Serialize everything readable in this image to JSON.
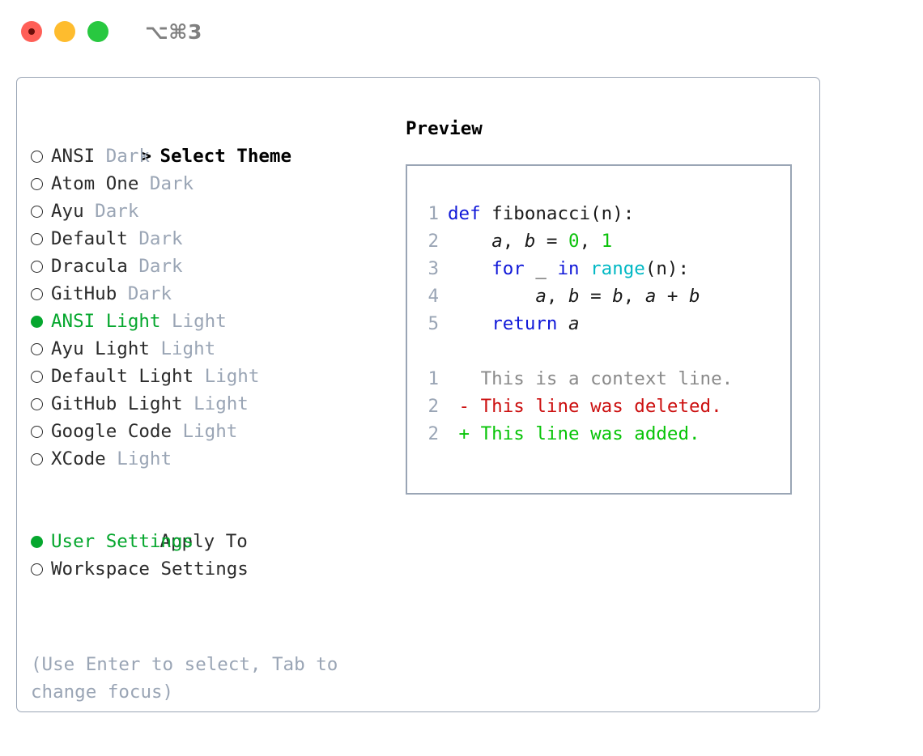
{
  "titlebar": {
    "shortcut": "⌥⌘3",
    "buttons": [
      {
        "name": "close",
        "color": "#ff5f57"
      },
      {
        "name": "minimize",
        "color": "#febc2e"
      },
      {
        "name": "maximize",
        "color": "#28c840"
      }
    ]
  },
  "theme_section": {
    "prefix": ">",
    "title": "Select Theme",
    "focused": true,
    "items": [
      {
        "marker": "○",
        "selected": false,
        "name": "ANSI",
        "kind": "Dark"
      },
      {
        "marker": "○",
        "selected": false,
        "name": "Atom One",
        "kind": "Dark"
      },
      {
        "marker": "○",
        "selected": false,
        "name": "Ayu",
        "kind": "Dark"
      },
      {
        "marker": "○",
        "selected": false,
        "name": "Default",
        "kind": "Dark"
      },
      {
        "marker": "○",
        "selected": false,
        "name": "Dracula",
        "kind": "Dark"
      },
      {
        "marker": "○",
        "selected": false,
        "name": "GitHub",
        "kind": "Dark"
      },
      {
        "marker": "●",
        "selected": true,
        "name": "ANSI Light",
        "kind": "Light"
      },
      {
        "marker": "○",
        "selected": false,
        "name": "Ayu Light",
        "kind": "Light"
      },
      {
        "marker": "○",
        "selected": false,
        "name": "Default Light",
        "kind": "Light"
      },
      {
        "marker": "○",
        "selected": false,
        "name": "GitHub Light",
        "kind": "Light"
      },
      {
        "marker": "○",
        "selected": false,
        "name": "Google Code",
        "kind": "Light"
      },
      {
        "marker": "○",
        "selected": false,
        "name": "XCode",
        "kind": "Light"
      }
    ]
  },
  "apply_section": {
    "title": "Apply To",
    "focused": false,
    "items": [
      {
        "marker": "●",
        "selected": true,
        "label": "User Settings"
      },
      {
        "marker": "○",
        "selected": false,
        "label": "Workspace Settings"
      }
    ]
  },
  "hint": "(Use Enter to select, Tab to change focus)",
  "preview": {
    "title": "Preview",
    "code_lines": [
      {
        "num": "1",
        "tokens": [
          {
            "t": "def",
            "c": "kw"
          },
          {
            "t": " fibonacci(n):",
            "c": "plain"
          }
        ]
      },
      {
        "num": "2",
        "tokens": [
          {
            "t": "    ",
            "c": "plain"
          },
          {
            "t": "a",
            "c": "var"
          },
          {
            "t": ", ",
            "c": "plain"
          },
          {
            "t": "b",
            "c": "var"
          },
          {
            "t": " = ",
            "c": "plain"
          },
          {
            "t": "0",
            "c": "num"
          },
          {
            "t": ", ",
            "c": "plain"
          },
          {
            "t": "1",
            "c": "num"
          }
        ]
      },
      {
        "num": "3",
        "tokens": [
          {
            "t": "    ",
            "c": "plain"
          },
          {
            "t": "for",
            "c": "kw"
          },
          {
            "t": " _ ",
            "c": "plain"
          },
          {
            "t": "in",
            "c": "kw"
          },
          {
            "t": " ",
            "c": "plain"
          },
          {
            "t": "range",
            "c": "fn"
          },
          {
            "t": "(n):",
            "c": "plain"
          }
        ]
      },
      {
        "num": "4",
        "tokens": [
          {
            "t": "        ",
            "c": "plain"
          },
          {
            "t": "a",
            "c": "var"
          },
          {
            "t": ", ",
            "c": "plain"
          },
          {
            "t": "b",
            "c": "var"
          },
          {
            "t": " = ",
            "c": "plain"
          },
          {
            "t": "b",
            "c": "var"
          },
          {
            "t": ", ",
            "c": "plain"
          },
          {
            "t": "a",
            "c": "var"
          },
          {
            "t": " + ",
            "c": "plain"
          },
          {
            "t": "b",
            "c": "var"
          }
        ]
      },
      {
        "num": "5",
        "tokens": [
          {
            "t": "    ",
            "c": "plain"
          },
          {
            "t": "return",
            "c": "kw"
          },
          {
            "t": " ",
            "c": "plain"
          },
          {
            "t": "a",
            "c": "var"
          }
        ]
      }
    ],
    "diff_lines": [
      {
        "num": "1",
        "sign": " ",
        "text": "This is a context line.",
        "cls": "d-ctx"
      },
      {
        "num": "2",
        "sign": "-",
        "text": "This line was deleted.",
        "cls": "d-del"
      },
      {
        "num": "2",
        "sign": "+",
        "text": "This line was added.",
        "cls": "d-add"
      }
    ]
  },
  "colors": {
    "accent_green": "#06a72e",
    "muted": "#9aa5b5",
    "keyword_blue": "#1018d8",
    "function_cyan": "#00b8c4",
    "number_green": "#0bc20b",
    "diff_add": "#07c407",
    "diff_del": "#cc1010",
    "border": "#9aa5b5"
  }
}
